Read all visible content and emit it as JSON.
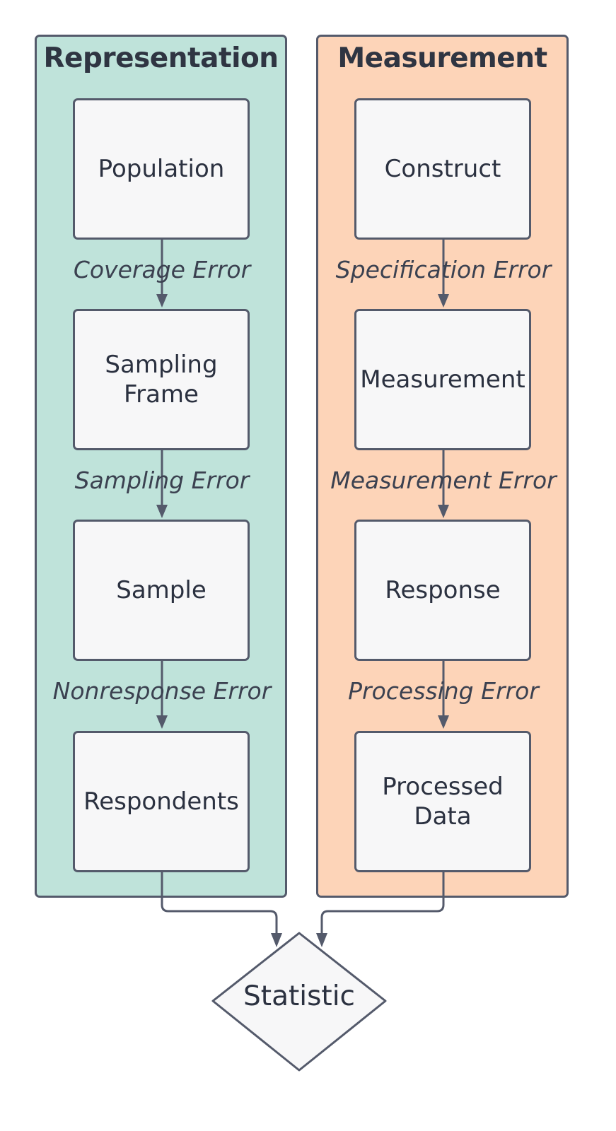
{
  "groups": {
    "representation": {
      "title": "Representation",
      "nodes": [
        "Population",
        "Sampling\nFrame",
        "Sample",
        "Respondents"
      ],
      "errors": [
        "Coverage Error",
        "Sampling Error",
        "Nonresponse Error"
      ]
    },
    "measurement": {
      "title": "Measurement",
      "nodes": [
        "Construct",
        "Measurement",
        "Response",
        "Processed\nData"
      ],
      "errors": [
        "Specification Error",
        "Measurement Error",
        "Processing Error"
      ]
    }
  },
  "result": {
    "label": "Statistic"
  },
  "colors": {
    "representation_fill": "#bfe3da",
    "measurement_fill": "#fdd4b8",
    "node_fill": "#f7f7f8",
    "stroke": "#545a6b"
  }
}
